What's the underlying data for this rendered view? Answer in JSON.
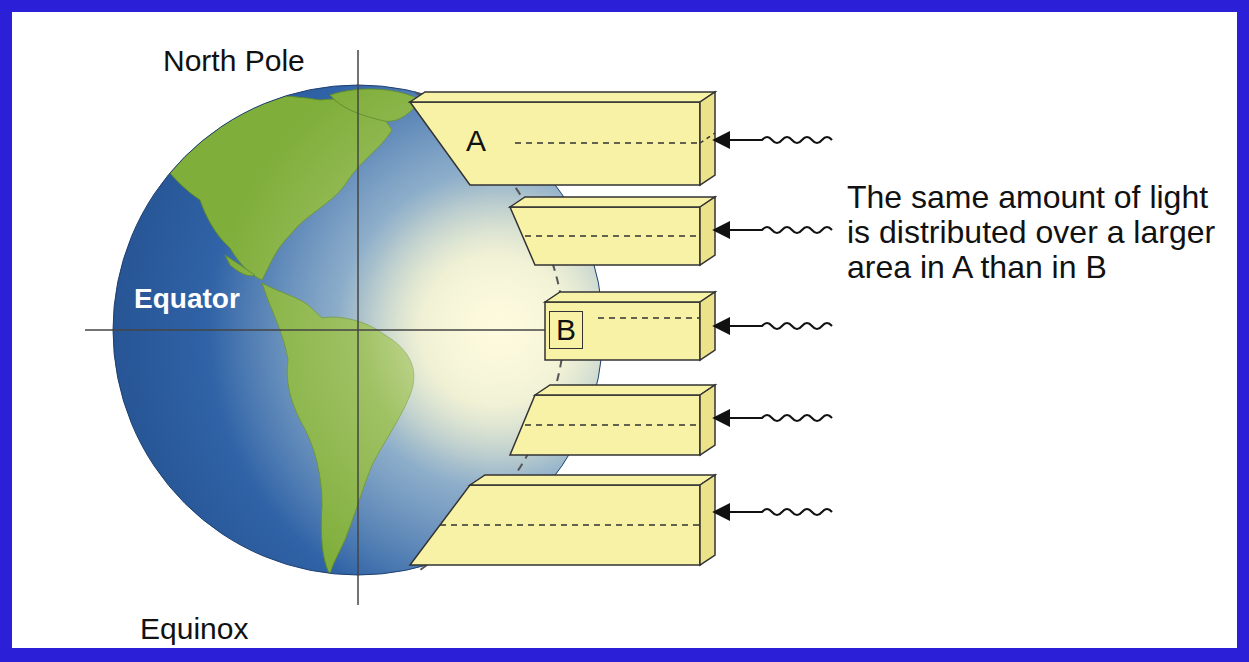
{
  "diagram": {
    "labels": [
      "North Pole",
      "A",
      "The same amount of light is distributed over a larger area in A than in B",
      "Equator",
      "B",
      "Equinox"
    ]
  }
}
